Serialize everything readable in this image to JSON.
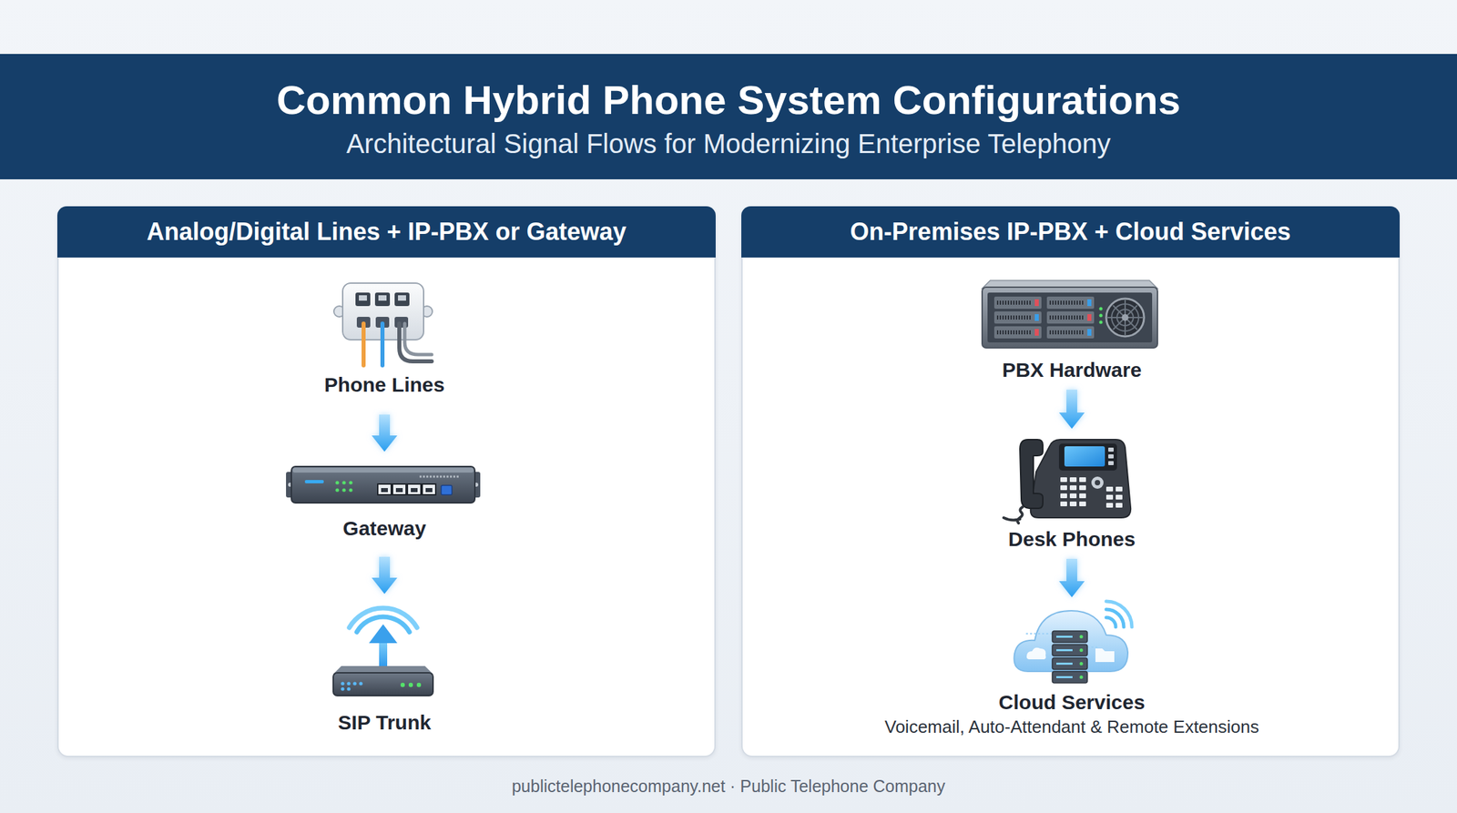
{
  "diagram": {
    "title": "Common Hybrid Phone System Configurations",
    "nodes": [
      {
        "text": [
          "Analog/Digital Lines + IP-PBX or Gateway"
        ]
      },
      {
        "text": [
          "Phone Lines"
        ],
        "in": 0
      },
      {
        "text": [
          "Gateway"
        ],
        "in": 0
      },
      {
        "text": [
          "SIP Trunk"
        ],
        "in": 0
      },
      {
        "text": [
          "On-Premises IP-PBX + Cloud Services"
        ]
      },
      {
        "text": [
          "PBX Hardware"
        ],
        "in": 4
      },
      {
        "text": [
          "Desk Phones"
        ],
        "in": 4
      },
      {
        "text": [
          "Cloud Services",
          "Voicemail, Auto-Attendant & Remote Extensions"
        ],
        "in": 4
      }
    ],
    "edges": [
      {
        "from": 1,
        "to": 2,
        "arrow": "to"
      },
      {
        "from": 2,
        "to": 3,
        "arrow": "to"
      },
      {
        "from": 5,
        "to": 6,
        "arrow": "to"
      },
      {
        "from": 6,
        "to": 7,
        "arrow": "to"
      }
    ],
    "labels": [
      "Architectural Signal Flows for Modernizing Enterprise Telephony",
      "publictelephonecompany.net · Public Telephone Company"
    ]
  }
}
